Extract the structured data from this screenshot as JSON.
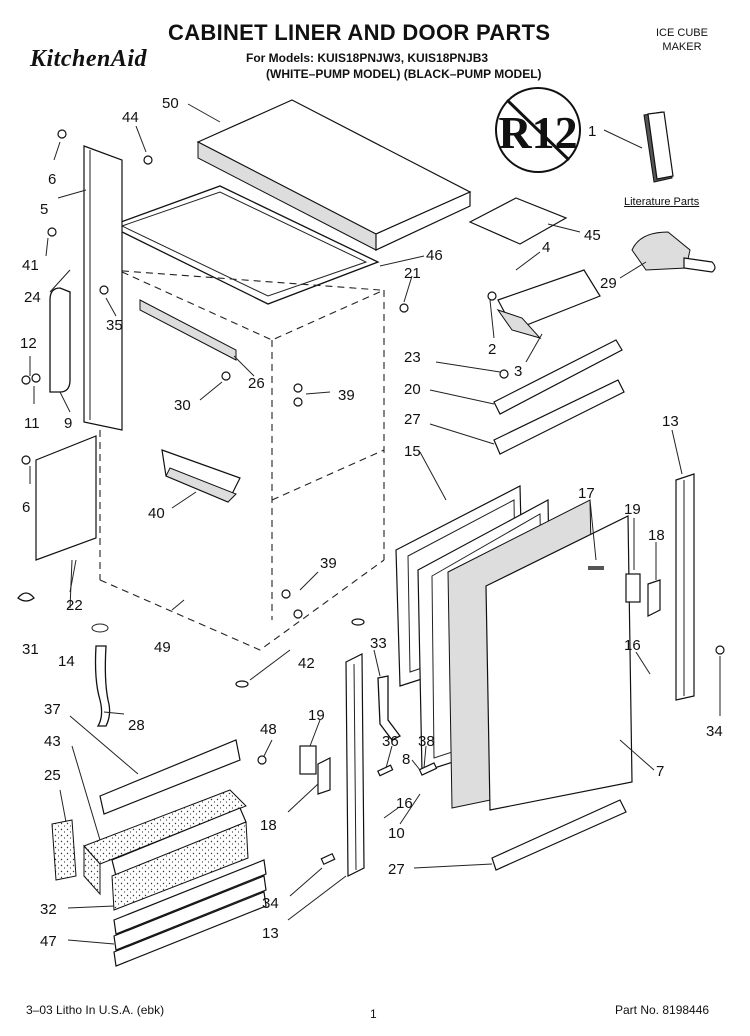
{
  "header": {
    "brand": "KitchenAid",
    "title": "CABINET LINER AND DOOR PARTS",
    "models_line1": "For Models: KUIS18PNJW3, KUIS18PNJB3",
    "models_line2": "(WHITE–PUMP MODEL) (BLACK–PUMP MODEL)",
    "category_line1": "ICE CUBE",
    "category_line2": "MAKER"
  },
  "badge": {
    "text": "R12"
  },
  "literature_label": "Literature Parts",
  "callouts": [
    {
      "id": "50",
      "label": "50"
    },
    {
      "id": "44",
      "label": "44"
    },
    {
      "id": "1",
      "label": "1"
    },
    {
      "id": "6a",
      "label": "6"
    },
    {
      "id": "5",
      "label": "5"
    },
    {
      "id": "45",
      "label": "45"
    },
    {
      "id": "46",
      "label": "46"
    },
    {
      "id": "4",
      "label": "4"
    },
    {
      "id": "41",
      "label": "41"
    },
    {
      "id": "21",
      "label": "21"
    },
    {
      "id": "24",
      "label": "24"
    },
    {
      "id": "29",
      "label": "29"
    },
    {
      "id": "35",
      "label": "35"
    },
    {
      "id": "2",
      "label": "2"
    },
    {
      "id": "3",
      "label": "3"
    },
    {
      "id": "12",
      "label": "12"
    },
    {
      "id": "23",
      "label": "23"
    },
    {
      "id": "26",
      "label": "26"
    },
    {
      "id": "39a",
      "label": "39"
    },
    {
      "id": "30",
      "label": "30"
    },
    {
      "id": "20",
      "label": "20"
    },
    {
      "id": "11",
      "label": "11"
    },
    {
      "id": "9",
      "label": "9"
    },
    {
      "id": "27a",
      "label": "27"
    },
    {
      "id": "13a",
      "label": "13"
    },
    {
      "id": "15",
      "label": "15"
    },
    {
      "id": "6b",
      "label": "6"
    },
    {
      "id": "40",
      "label": "40"
    },
    {
      "id": "17",
      "label": "17"
    },
    {
      "id": "19a",
      "label": "19"
    },
    {
      "id": "18a",
      "label": "18"
    },
    {
      "id": "39b",
      "label": "39"
    },
    {
      "id": "22",
      "label": "22"
    },
    {
      "id": "31",
      "label": "31"
    },
    {
      "id": "14",
      "label": "14"
    },
    {
      "id": "49",
      "label": "49"
    },
    {
      "id": "42",
      "label": "42"
    },
    {
      "id": "33",
      "label": "33"
    },
    {
      "id": "16a",
      "label": "16"
    },
    {
      "id": "37",
      "label": "37"
    },
    {
      "id": "28",
      "label": "28"
    },
    {
      "id": "48",
      "label": "48"
    },
    {
      "id": "19b",
      "label": "19"
    },
    {
      "id": "34a",
      "label": "34"
    },
    {
      "id": "43",
      "label": "43"
    },
    {
      "id": "36",
      "label": "36"
    },
    {
      "id": "38",
      "label": "38"
    },
    {
      "id": "8",
      "label": "8"
    },
    {
      "id": "7",
      "label": "7"
    },
    {
      "id": "25",
      "label": "25"
    },
    {
      "id": "18b",
      "label": "18"
    },
    {
      "id": "16b",
      "label": "16"
    },
    {
      "id": "10",
      "label": "10"
    },
    {
      "id": "27b",
      "label": "27"
    },
    {
      "id": "32",
      "label": "32"
    },
    {
      "id": "34b",
      "label": "34"
    },
    {
      "id": "13b",
      "label": "13"
    },
    {
      "id": "47",
      "label": "47"
    }
  ],
  "footer": {
    "litho": "3–03 Litho In U.S.A. (ebk)",
    "page": "1",
    "part_no": "Part No. 8198446"
  }
}
